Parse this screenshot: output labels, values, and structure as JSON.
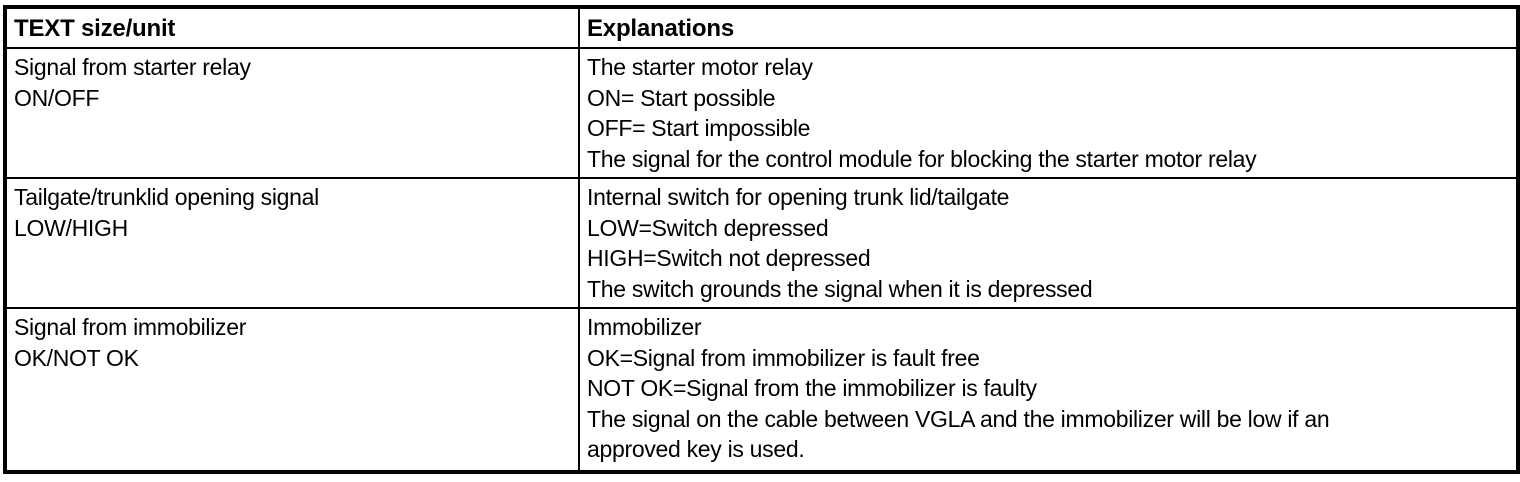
{
  "table": {
    "header": {
      "col1": "TEXT size/unit",
      "col2": "Explanations"
    },
    "rows": [
      {
        "text": {
          "lines": [
            "Signal from starter relay",
            "ON/OFF"
          ]
        },
        "explanation": {
          "lines": [
            "The starter motor relay",
            "ON= Start possible",
            "OFF= Start impossible",
            "The signal for the control module for blocking the starter motor relay"
          ]
        }
      },
      {
        "text": {
          "lines": [
            "Tailgate/trunklid opening signal",
            "LOW/HIGH"
          ]
        },
        "explanation": {
          "lines": [
            "Internal switch for opening trunk lid/tailgate",
            "LOW=Switch depressed",
            "HIGH=Switch not depressed",
            "The switch grounds the signal when it is depressed"
          ]
        }
      },
      {
        "text": {
          "lines": [
            "Signal from immobilizer",
            "OK/NOT OK"
          ]
        },
        "explanation": {
          "lines": [
            "Immobilizer",
            "OK=Signal from immobilizer is fault free",
            "NOT OK=Signal from the immobilizer is faulty",
            "The signal on the cable between VGLA and the immobilizer will be low if an",
            "approved key is used."
          ]
        }
      }
    ]
  }
}
